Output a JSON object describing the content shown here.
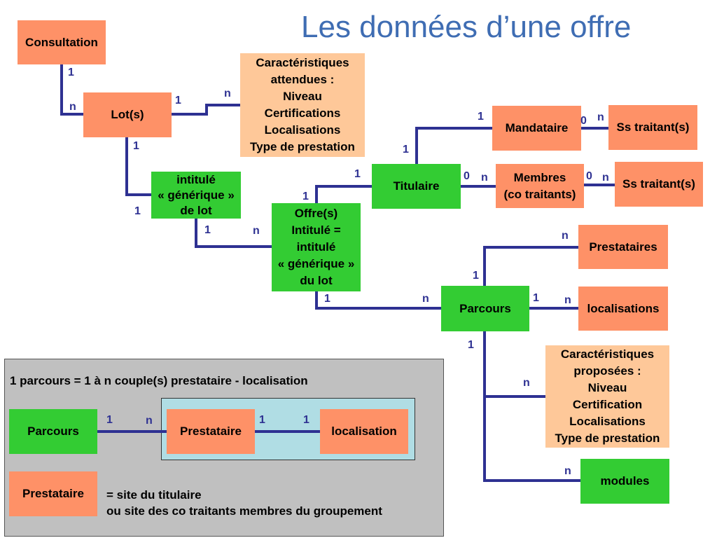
{
  "title": "Les données d’une offre",
  "boxes": {
    "consultation": "Consultation",
    "lots": "Lot(s)",
    "caract_attendues": [
      "Caractéristiques",
      "attendues :",
      "Niveau",
      "Certifications",
      "Localisations",
      "Type de prestation"
    ],
    "intitule_generique": [
      "intitulé",
      "« générique »",
      "de lot"
    ],
    "offres": [
      "Offre(s)",
      "Intitulé =",
      "intitulé",
      "« générique »",
      "du lot"
    ],
    "titulaire": "Titulaire",
    "mandataire": "Mandataire",
    "ss_traitant_1": "Ss traitant(s)",
    "membres": [
      "Membres",
      "(co traitants)"
    ],
    "ss_traitant_2": "Ss traitant(s)",
    "prestataires": "Prestataires",
    "parcours": "Parcours",
    "localisations": "localisations",
    "caract_proposees": [
      "Caractéristiques",
      "proposées :",
      "Niveau",
      "Certification",
      "Localisations",
      "Type de prestation"
    ],
    "modules": "modules"
  },
  "cardinalities": {
    "consultation_lot_1": "1",
    "consultation_lot_n": "n",
    "lot_caract_1": "1",
    "lot_caract_n": "n",
    "lot_intitule_1": "1",
    "lot_intitule_2": "1",
    "intitule_offre_1": "1",
    "intitule_offre_n": "n",
    "offre_titulaire_1a": "1",
    "offre_titulaire_1b": "1",
    "titulaire_mandataire_1a": "1",
    "titulaire_mandataire_1b": "1",
    "mandataire_ss_0": "0",
    "mandataire_ss_n": "n",
    "titulaire_membres_0": "0",
    "titulaire_membres_n": "n",
    "membres_ss_0": "0",
    "membres_ss_n": "n",
    "offre_parcours_1": "1",
    "offre_parcours_n": "n",
    "parcours_prestataires_1": "1",
    "parcours_prestataires_n": "n",
    "parcours_localisations_1": "1",
    "parcours_localisations_n": "n",
    "parcours_bottom_1": "1",
    "parcours_caract_n": "n",
    "parcours_modules_n": "n"
  },
  "panel": {
    "heading": "1 parcours = 1 à n couple(s)  prestataire - localisation",
    "parcours": "Parcours",
    "prestataire": "Prestataire",
    "localisation": "localisation",
    "card_1a": "1",
    "card_na": "n",
    "card_1b": "1",
    "card_1c": "1",
    "legend_box": "Prestataire",
    "legend_line1": "= site du titulaire",
    "legend_line2": "ou site des co traitants membres du groupement"
  },
  "colors": {
    "title": "#3f6db3",
    "line": "#2e3192",
    "orange": "#fe9167",
    "peach": "#fec899",
    "green": "#33cc33",
    "panel": "#c0c0c0",
    "subpanel": "#b0dde4"
  }
}
